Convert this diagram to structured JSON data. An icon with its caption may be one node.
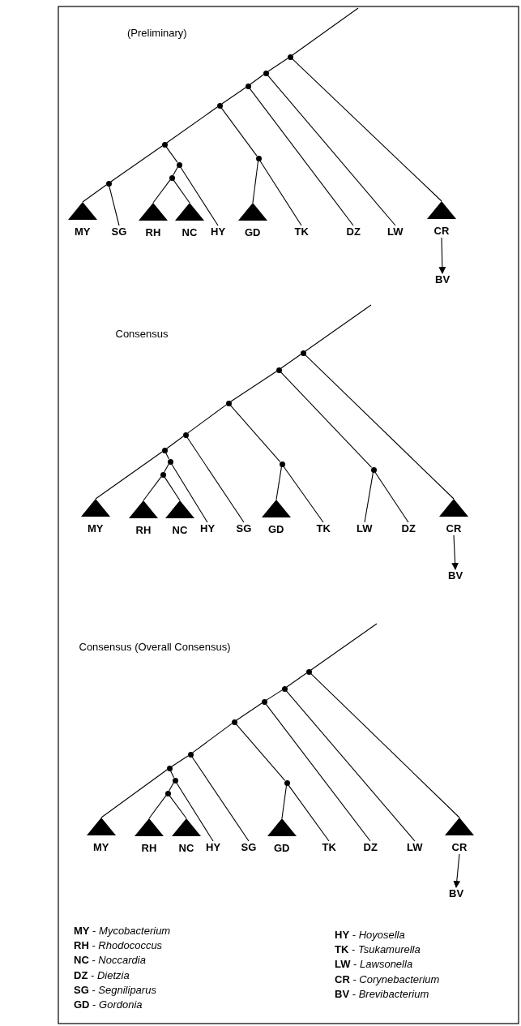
{
  "diagram": {
    "nodes": [
      {
        "text": [],
        "shape": "circle"
      },
      {
        "text": [],
        "shape": "circle"
      },
      {
        "text": [],
        "shape": "circle"
      },
      {
        "text": [],
        "shape": "circle"
      },
      {
        "text": [],
        "shape": "circle"
      },
      {
        "text": [],
        "shape": "circle"
      },
      {
        "text": [],
        "shape": "circle"
      },
      {
        "text": [],
        "shape": "circle"
      },
      {
        "text": [],
        "shape": "circle"
      },
      {
        "text": [
          "MY"
        ]
      },
      {
        "text": [
          "SG"
        ]
      },
      {
        "text": [
          "RH"
        ]
      },
      {
        "text": [
          "NC"
        ]
      },
      {
        "text": [
          "HY"
        ]
      },
      {
        "text": [
          "GD"
        ]
      },
      {
        "text": [
          "TK"
        ]
      },
      {
        "text": [
          "DZ"
        ]
      },
      {
        "text": [
          "LW"
        ]
      },
      {
        "text": [
          "CR"
        ]
      },
      {
        "text": [
          "BV"
        ]
      },
      {
        "text": [],
        "shape": "circle"
      },
      {
        "text": [],
        "shape": "circle"
      },
      {
        "text": [],
        "shape": "circle"
      },
      {
        "text": [],
        "shape": "circle"
      },
      {
        "text": [],
        "shape": "circle"
      },
      {
        "text": [],
        "shape": "circle"
      },
      {
        "text": [],
        "shape": "circle"
      },
      {
        "text": [],
        "shape": "circle"
      },
      {
        "text": [],
        "shape": "circle"
      },
      {
        "text": [
          "MY"
        ]
      },
      {
        "text": [
          "RH"
        ]
      },
      {
        "text": [
          "NC"
        ]
      },
      {
        "text": [
          "HY"
        ]
      },
      {
        "text": [
          "SG"
        ]
      },
      {
        "text": [
          "GD"
        ]
      },
      {
        "text": [
          "TK"
        ]
      },
      {
        "text": [
          "LW"
        ]
      },
      {
        "text": [
          "DZ"
        ]
      },
      {
        "text": [
          "CR"
        ]
      },
      {
        "text": [
          "BV"
        ]
      },
      {
        "text": [],
        "shape": "circle"
      },
      {
        "text": [],
        "shape": "circle"
      },
      {
        "text": [],
        "shape": "circle"
      },
      {
        "text": [],
        "shape": "circle"
      },
      {
        "text": [],
        "shape": "circle"
      },
      {
        "text": [],
        "shape": "circle"
      },
      {
        "text": [],
        "shape": "circle"
      },
      {
        "text": [],
        "shape": "circle"
      },
      {
        "text": [],
        "shape": "circle"
      },
      {
        "text": [
          "MY"
        ]
      },
      {
        "text": [
          "RH"
        ]
      },
      {
        "text": [
          "NC"
        ]
      },
      {
        "text": [
          "HY"
        ]
      },
      {
        "text": [
          "SG"
        ]
      },
      {
        "text": [
          "GD"
        ]
      },
      {
        "text": [
          "TK"
        ]
      },
      {
        "text": [
          "DZ"
        ]
      },
      {
        "text": [
          "LW"
        ]
      },
      {
        "text": [
          "CR"
        ]
      },
      {
        "text": [
          "BV"
        ]
      }
    ],
    "edges": [
      {
        "from": null,
        "to": 0,
        "arrow": "none"
      },
      {
        "from": 0,
        "to": 1,
        "arrow": "none"
      },
      {
        "from": 0,
        "to": 18,
        "arrow": "none"
      },
      {
        "from": 1,
        "to": 2,
        "arrow": "none"
      },
      {
        "from": 1,
        "to": 17,
        "arrow": "none"
      },
      {
        "from": 2,
        "to": 3,
        "arrow": "none"
      },
      {
        "from": 2,
        "to": 16,
        "arrow": "none"
      },
      {
        "from": 3,
        "to": 5,
        "arrow": "none"
      },
      {
        "from": 3,
        "to": 4,
        "arrow": "none"
      },
      {
        "from": 4,
        "to": 14,
        "arrow": "none"
      },
      {
        "from": 4,
        "to": 15,
        "arrow": "none"
      },
      {
        "from": 5,
        "to": 8,
        "arrow": "none"
      },
      {
        "from": 5,
        "to": 6,
        "arrow": "none"
      },
      {
        "from": 6,
        "to": 7,
        "arrow": "none"
      },
      {
        "from": 6,
        "to": 13,
        "arrow": "none"
      },
      {
        "from": 7,
        "to": 11,
        "arrow": "none"
      },
      {
        "from": 7,
        "to": 12,
        "arrow": "none"
      },
      {
        "from": 8,
        "to": 9,
        "arrow": "none"
      },
      {
        "from": 8,
        "to": 10,
        "arrow": "none"
      },
      {
        "from": 18,
        "to": 19,
        "arrow": "to"
      },
      {
        "from": null,
        "to": 20,
        "arrow": "none"
      },
      {
        "from": 20,
        "to": 21,
        "arrow": "none"
      },
      {
        "from": 20,
        "to": 38,
        "arrow": "none"
      },
      {
        "from": 21,
        "to": 23,
        "arrow": "none"
      },
      {
        "from": 21,
        "to": 22,
        "arrow": "none"
      },
      {
        "from": 22,
        "to": 36,
        "arrow": "none"
      },
      {
        "from": 22,
        "to": 37,
        "arrow": "none"
      },
      {
        "from": 23,
        "to": 25,
        "arrow": "none"
      },
      {
        "from": 23,
        "to": 24,
        "arrow": "none"
      },
      {
        "from": 24,
        "to": 34,
        "arrow": "none"
      },
      {
        "from": 24,
        "to": 35,
        "arrow": "none"
      },
      {
        "from": 25,
        "to": 26,
        "arrow": "none"
      },
      {
        "from": 25,
        "to": 33,
        "arrow": "none"
      },
      {
        "from": 26,
        "to": 29,
        "arrow": "none"
      },
      {
        "from": 26,
        "to": 27,
        "arrow": "none"
      },
      {
        "from": 27,
        "to": 28,
        "arrow": "none"
      },
      {
        "from": 27,
        "to": 32,
        "arrow": "none"
      },
      {
        "from": 28,
        "to": 30,
        "arrow": "none"
      },
      {
        "from": 28,
        "to": 31,
        "arrow": "none"
      },
      {
        "from": 38,
        "to": 39,
        "arrow": "to"
      },
      {
        "from": null,
        "to": 40,
        "arrow": "none"
      },
      {
        "from": 40,
        "to": 41,
        "arrow": "none"
      },
      {
        "from": 40,
        "to": 58,
        "arrow": "none"
      },
      {
        "from": 41,
        "to": 42,
        "arrow": "none"
      },
      {
        "from": 41,
        "to": 57,
        "arrow": "none"
      },
      {
        "from": 42,
        "to": 43,
        "arrow": "none"
      },
      {
        "from": 42,
        "to": 56,
        "arrow": "none"
      },
      {
        "from": 43,
        "to": 45,
        "arrow": "none"
      },
      {
        "from": 43,
        "to": 44,
        "arrow": "none"
      },
      {
        "from": 44,
        "to": 54,
        "arrow": "none"
      },
      {
        "from": 44,
        "to": 55,
        "arrow": "none"
      },
      {
        "from": 45,
        "to": 46,
        "arrow": "none"
      },
      {
        "from": 45,
        "to": 53,
        "arrow": "none"
      },
      {
        "from": 46,
        "to": 49,
        "arrow": "none"
      },
      {
        "from": 46,
        "to": 47,
        "arrow": "none"
      },
      {
        "from": 47,
        "to": 48,
        "arrow": "none"
      },
      {
        "from": 47,
        "to": 52,
        "arrow": "none"
      },
      {
        "from": 48,
        "to": 50,
        "arrow": "none"
      },
      {
        "from": 48,
        "to": 51,
        "arrow": "none"
      },
      {
        "from": 58,
        "to": 59,
        "arrow": "to"
      }
    ],
    "labels": [
      "(Preliminary)",
      "Consensus",
      "Consensus (Overall Consensus)",
      "**MY** - *Mycobacterium*",
      "**RH** - *Rhodococcus*",
      "**NC** - *Noccardia*",
      "**DZ** - *Dietzia*",
      "**SG** - *Segniliparus*",
      "**GD** - *Gordonia*",
      "**HY** - *Hoyosella*",
      "**TK** - *Tsukamurella*",
      "**LW** - *Lawsonella*",
      "**CR** - *Corynebacterium*",
      "**BV** - *Brevibacterium*"
    ]
  }
}
